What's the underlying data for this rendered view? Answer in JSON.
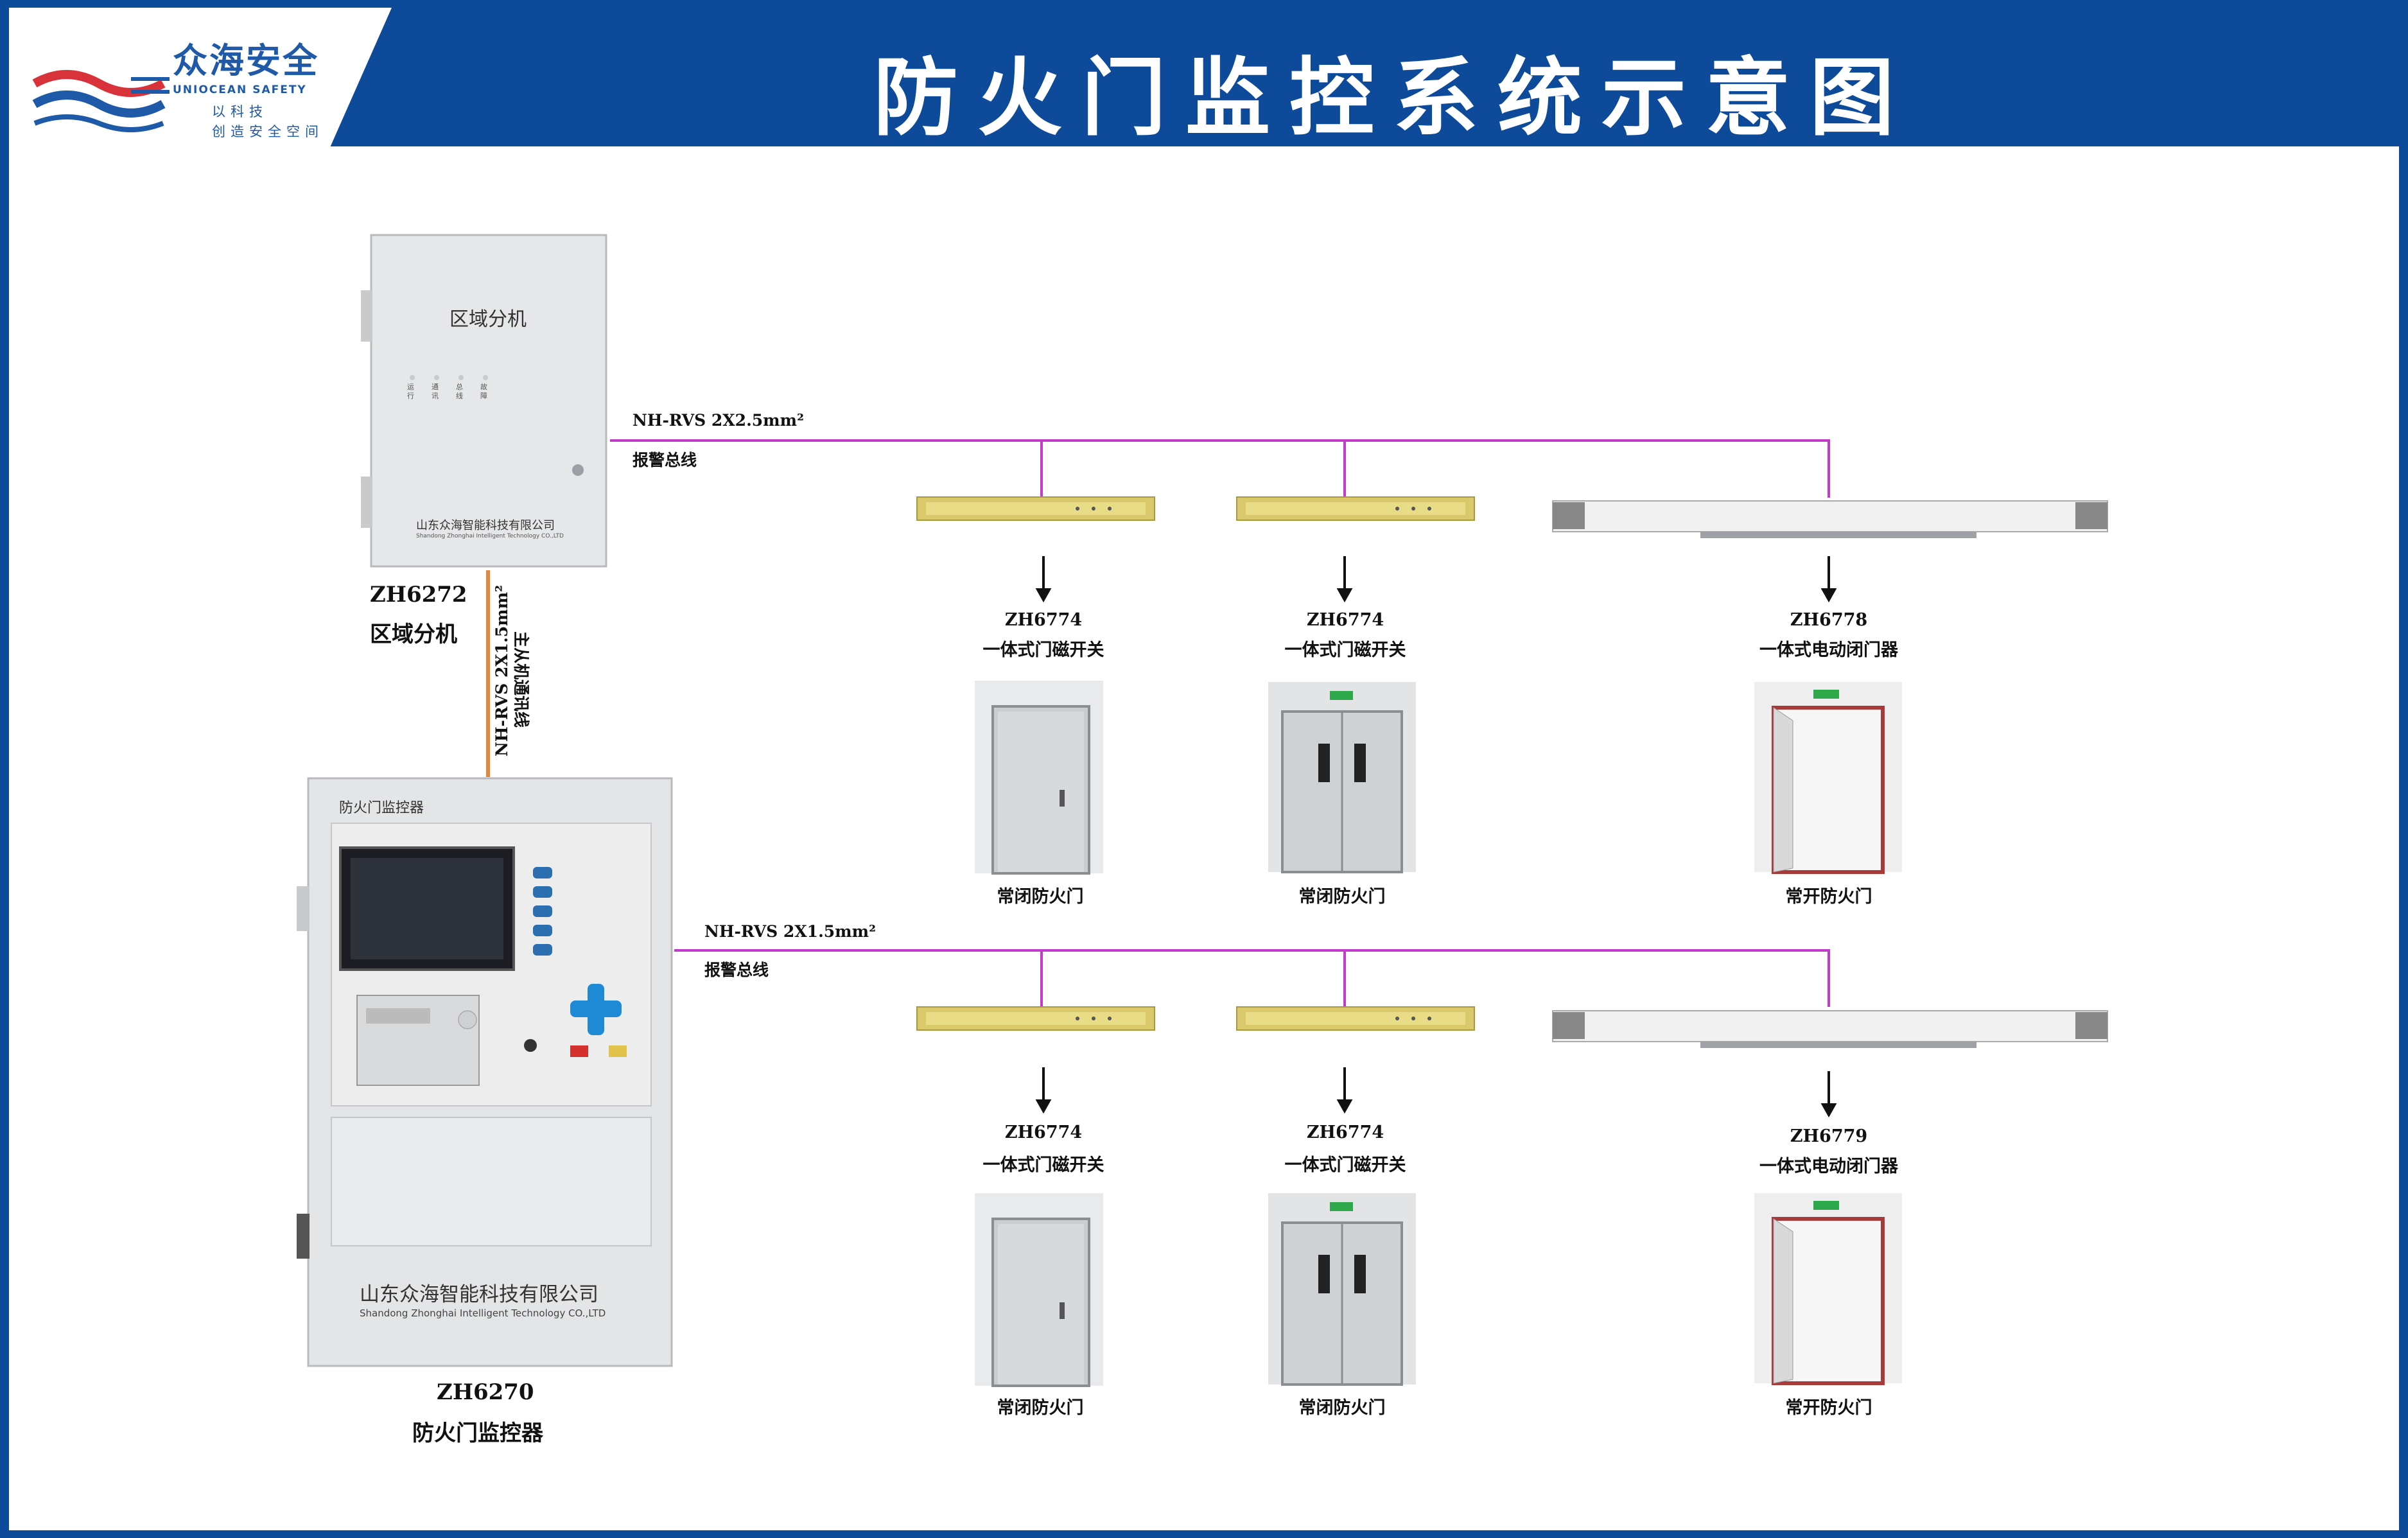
{
  "header": {
    "title": "防火门监控系统示意图",
    "logo_cn": "众海安全",
    "logo_en": "UNIOCEAN SAFETY",
    "slogan_1": "以科技",
    "slogan_2": "创造安全空间"
  },
  "colors": {
    "frame_blue": "#0d4a9a",
    "bus_line": "#c23cc9",
    "comm_line": "#e8843a",
    "logo_red": "#d8333a",
    "logo_blue": "#1f5aa8"
  },
  "area_unit": {
    "panel_title": "区域分机",
    "indicators": [
      "运行",
      "通讯",
      "总线",
      "故障"
    ],
    "company": "山东众海智能科技有限公司",
    "company_en": "Shandong Zhonghai Intelligent Technology CO.,LTD",
    "model": "ZH6272",
    "name": "区域分机"
  },
  "monitor": {
    "panel_title": "防火门监控器",
    "company": "山东众海智能科技有限公司",
    "company_en": "Shandong Zhonghai Intelligent Technology CO.,LTD",
    "model": "ZH6270",
    "name": "防火门监控器"
  },
  "cables": {
    "bus_top_spec": "NH-RVS 2X2.5mm²",
    "bus_top_name": "报警总线",
    "comm_spec": "NH-RVS 2X1.5mm²",
    "comm_name": "主从机通讯线",
    "bus_bottom_spec": "NH-RVS 2X1.5mm²",
    "bus_bottom_name": "报警总线"
  },
  "row_top": [
    {
      "model": "ZH6774",
      "name": "一体式门磁开关",
      "door": "常闭防火门"
    },
    {
      "model": "ZH6774",
      "name": "一体式门磁开关",
      "door": "常闭防火门"
    },
    {
      "model": "ZH6778",
      "name": "一体式电动闭门器",
      "door": "常开防火门"
    }
  ],
  "row_bottom": [
    {
      "model": "ZH6774",
      "name": "一体式门磁开关",
      "door": "常闭防火门"
    },
    {
      "model": "ZH6774",
      "name": "一体式门磁开关",
      "door": "常闭防火门"
    },
    {
      "model": "ZH6779",
      "name": "一体式电动闭门器",
      "door": "常开防火门"
    }
  ]
}
